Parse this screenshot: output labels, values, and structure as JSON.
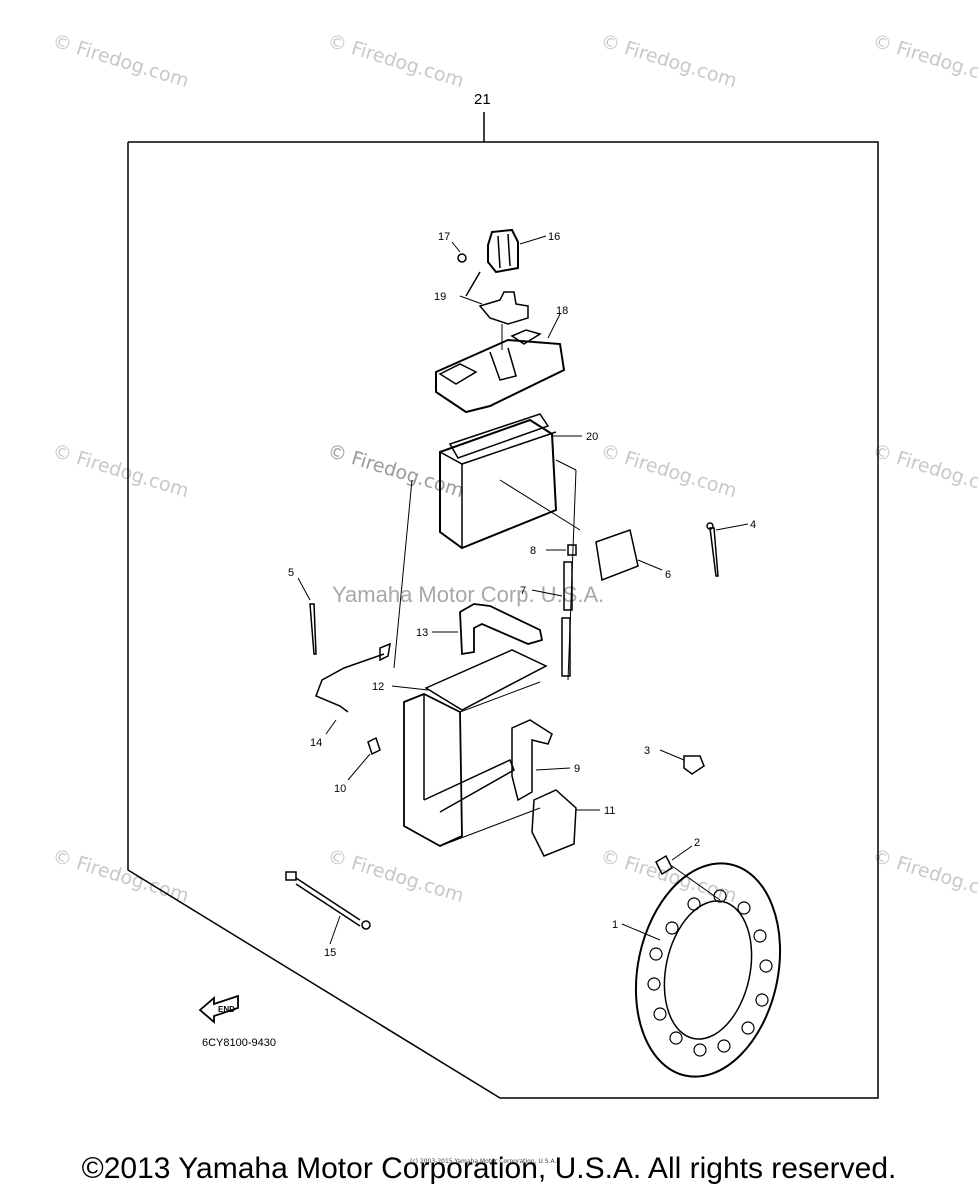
{
  "watermarks": {
    "site": "© Firedog.com",
    "brand": "Yamaha Motor Corp. U.S.A."
  },
  "diagram": {
    "assembly_callout": "21",
    "callouts": [
      "1",
      "2",
      "3",
      "4",
      "5",
      "6",
      "7",
      "8",
      "9",
      "10",
      "11",
      "12",
      "13",
      "14",
      "15",
      "16",
      "17",
      "18",
      "19",
      "20"
    ],
    "part_code": "6CY8100-9430",
    "end_marker": "END"
  },
  "footer": {
    "copyright": "©2013 Yamaha Motor Corporation, U.S.A. All rights reserved.",
    "small_print": "(c) 2003-2015 Yamaha Motor Corporation, U.S.A."
  }
}
